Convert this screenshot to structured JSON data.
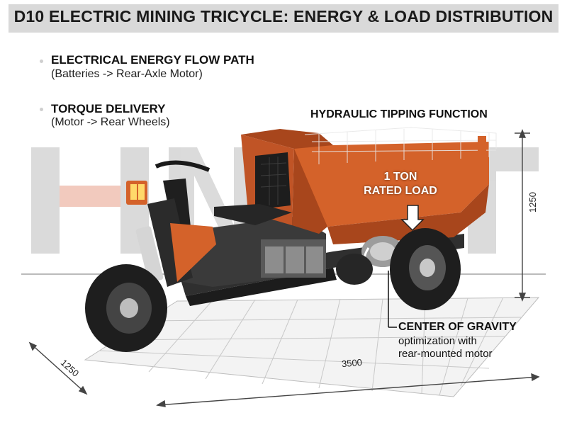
{
  "title": "D10 ELECTRIC MINING TRICYCLE: ENERGY & LOAD DISTRIBUTION",
  "watermark": "H-NT",
  "legend": [
    {
      "title": "ELECTRICAL ENERGY FLOW PATH",
      "subtitle": "(Batteries -> Rear-Axle Motor)"
    },
    {
      "title": "TORQUE DELIVERY",
      "subtitle": "(Motor -> Rear Wheels)"
    }
  ],
  "callouts": {
    "hydraulic": "HYDRAULIC TIPPING FUNCTION",
    "load_line1": "1 TON",
    "load_line2": "RATED LOAD",
    "cog_title": "CENTER OF GRAVITY",
    "cog_line1": "optimization with",
    "cog_line2": "rear-mounted motor"
  },
  "dimensions": {
    "height": "1250",
    "length": "3500",
    "width": "1250"
  },
  "colors": {
    "body": "#d4622a",
    "body_dark": "#a8461c",
    "frame": "#333333",
    "tire": "#1e1e1e",
    "title_bar": "#d9d9d9"
  }
}
